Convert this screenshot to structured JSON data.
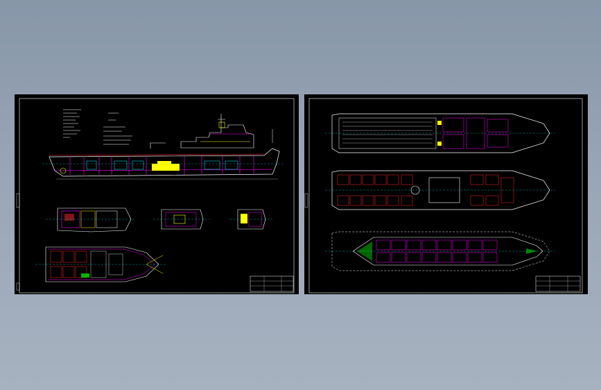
{
  "colors": {
    "background_top": "#8796a8",
    "background_bottom": "#a7b2c0",
    "sheet": "#000000",
    "frame": "#ffffff",
    "hull_outline": "#ffffff",
    "bulkhead": "#ff00ff",
    "deck_red": "#ff2a2a",
    "equipment_yellow": "#ffff00",
    "equipment_green": "#00ff00",
    "centerline_cyan": "#00ffff",
    "dimension_red": "#ff4040"
  },
  "sheets": [
    {
      "id": "left",
      "views": [
        "profile",
        "lower-deck-plan",
        "main-deck-house",
        "upper-house",
        "bridge-deck",
        "forward-deck-plan"
      ]
    },
    {
      "id": "right",
      "views": [
        "main-deck-plan",
        "tween-deck-plan",
        "tank-top-plan"
      ]
    }
  ]
}
